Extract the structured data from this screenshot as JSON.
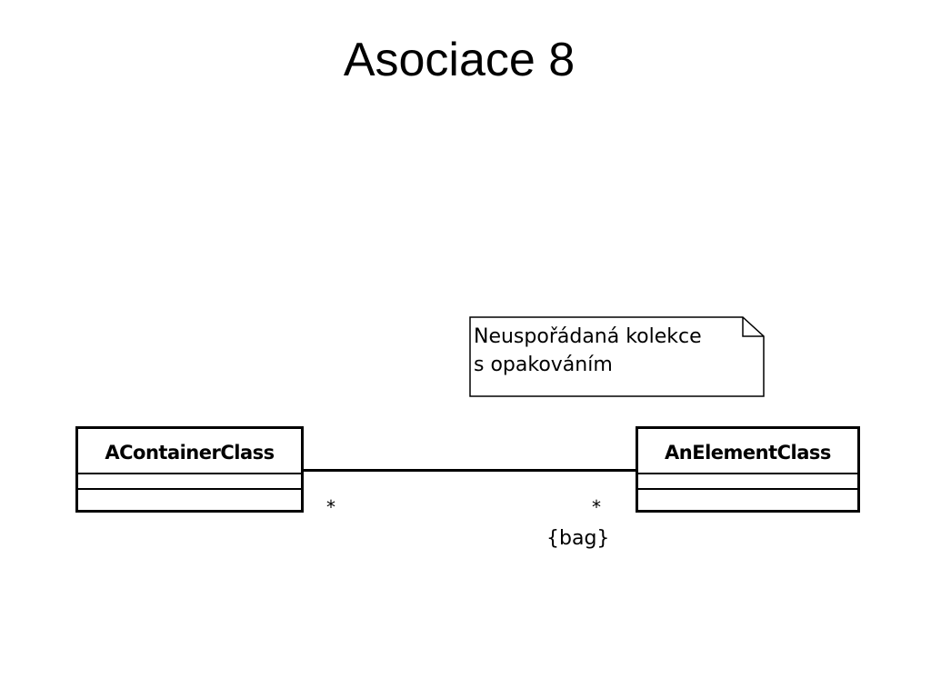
{
  "title": "Asociace 8",
  "classes": {
    "container": {
      "name": "AContainerClass"
    },
    "element": {
      "name": "AnElementClass"
    }
  },
  "association": {
    "multiplicity_left": "*",
    "multiplicity_right": "*",
    "constraint": "{bag}"
  },
  "note": {
    "lines": [
      "Neuspořádaná kolekce",
      "s opakováním"
    ]
  }
}
